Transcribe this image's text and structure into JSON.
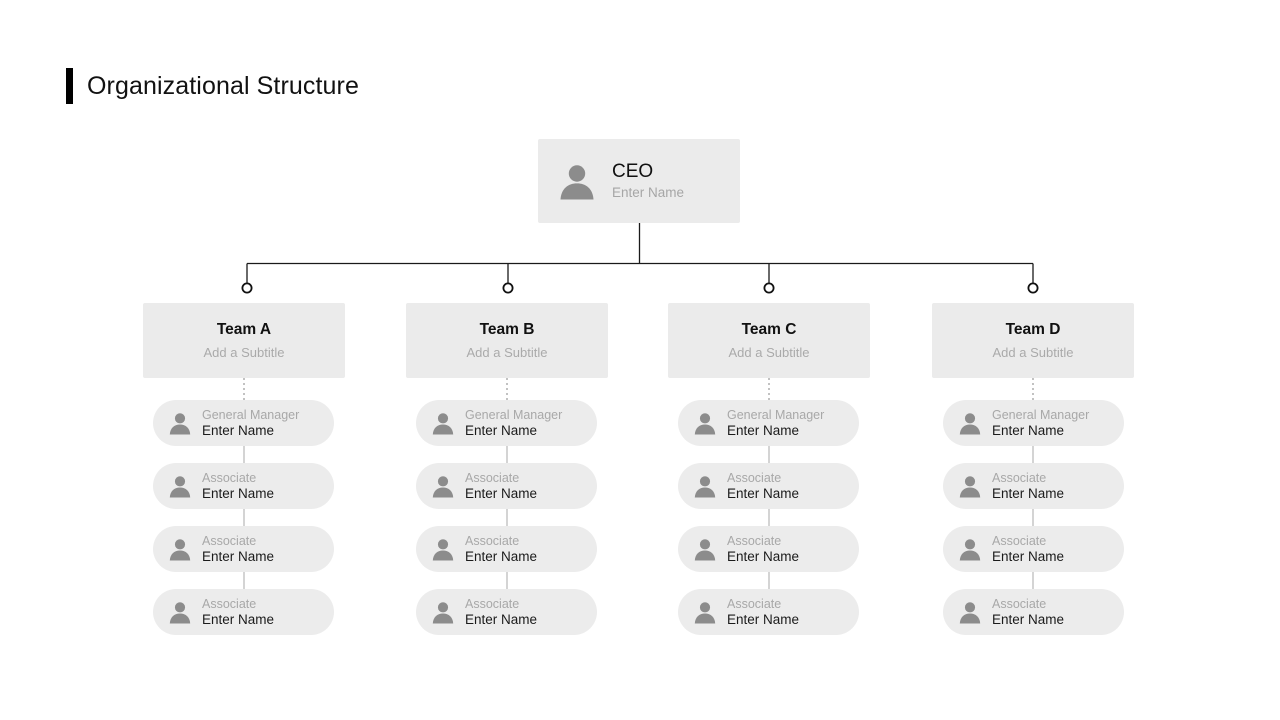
{
  "page": {
    "title": "Organizational Structure",
    "accent_color": "#000000",
    "background_color": "#ffffff",
    "node_fill_color": "#ebebeb",
    "pill_fill_color": "#ececec",
    "icon_color": "#8c8c8c",
    "connector_color": "#1a1a1a",
    "soft_connector_color": "#d0d0d0"
  },
  "root": {
    "icon": "person-icon",
    "title": "CEO",
    "subtitle": "Enter Name"
  },
  "teams": [
    {
      "title": "Team A",
      "subtitle": "Add a Subtitle",
      "members": [
        {
          "icon": "person-icon",
          "role": "General Manager",
          "name": "Enter Name"
        },
        {
          "icon": "person-icon",
          "role": "Associate",
          "name": "Enter Name"
        },
        {
          "icon": "person-icon",
          "role": "Associate",
          "name": "Enter Name"
        },
        {
          "icon": "person-icon",
          "role": "Associate",
          "name": "Enter Name"
        }
      ]
    },
    {
      "title": "Team B",
      "subtitle": "Add a Subtitle",
      "members": [
        {
          "icon": "person-icon",
          "role": "General Manager",
          "name": "Enter Name"
        },
        {
          "icon": "person-icon",
          "role": "Associate",
          "name": "Enter Name"
        },
        {
          "icon": "person-icon",
          "role": "Associate",
          "name": "Enter Name"
        },
        {
          "icon": "person-icon",
          "role": "Associate",
          "name": "Enter Name"
        }
      ]
    },
    {
      "title": "Team C",
      "subtitle": "Add a Subtitle",
      "members": [
        {
          "icon": "person-icon",
          "role": "General Manager",
          "name": "Enter Name"
        },
        {
          "icon": "person-icon",
          "role": "Associate",
          "name": "Enter Name"
        },
        {
          "icon": "person-icon",
          "role": "Associate",
          "name": "Enter Name"
        },
        {
          "icon": "person-icon",
          "role": "Associate",
          "name": "Enter Name"
        }
      ]
    },
    {
      "title": "Team D",
      "subtitle": "Add a Subtitle",
      "members": [
        {
          "icon": "person-icon",
          "role": "General Manager",
          "name": "Enter Name"
        },
        {
          "icon": "person-icon",
          "role": "Associate",
          "name": "Enter Name"
        },
        {
          "icon": "person-icon",
          "role": "Associate",
          "name": "Enter Name"
        },
        {
          "icon": "person-icon",
          "role": "Associate",
          "name": "Enter Name"
        }
      ]
    }
  ]
}
